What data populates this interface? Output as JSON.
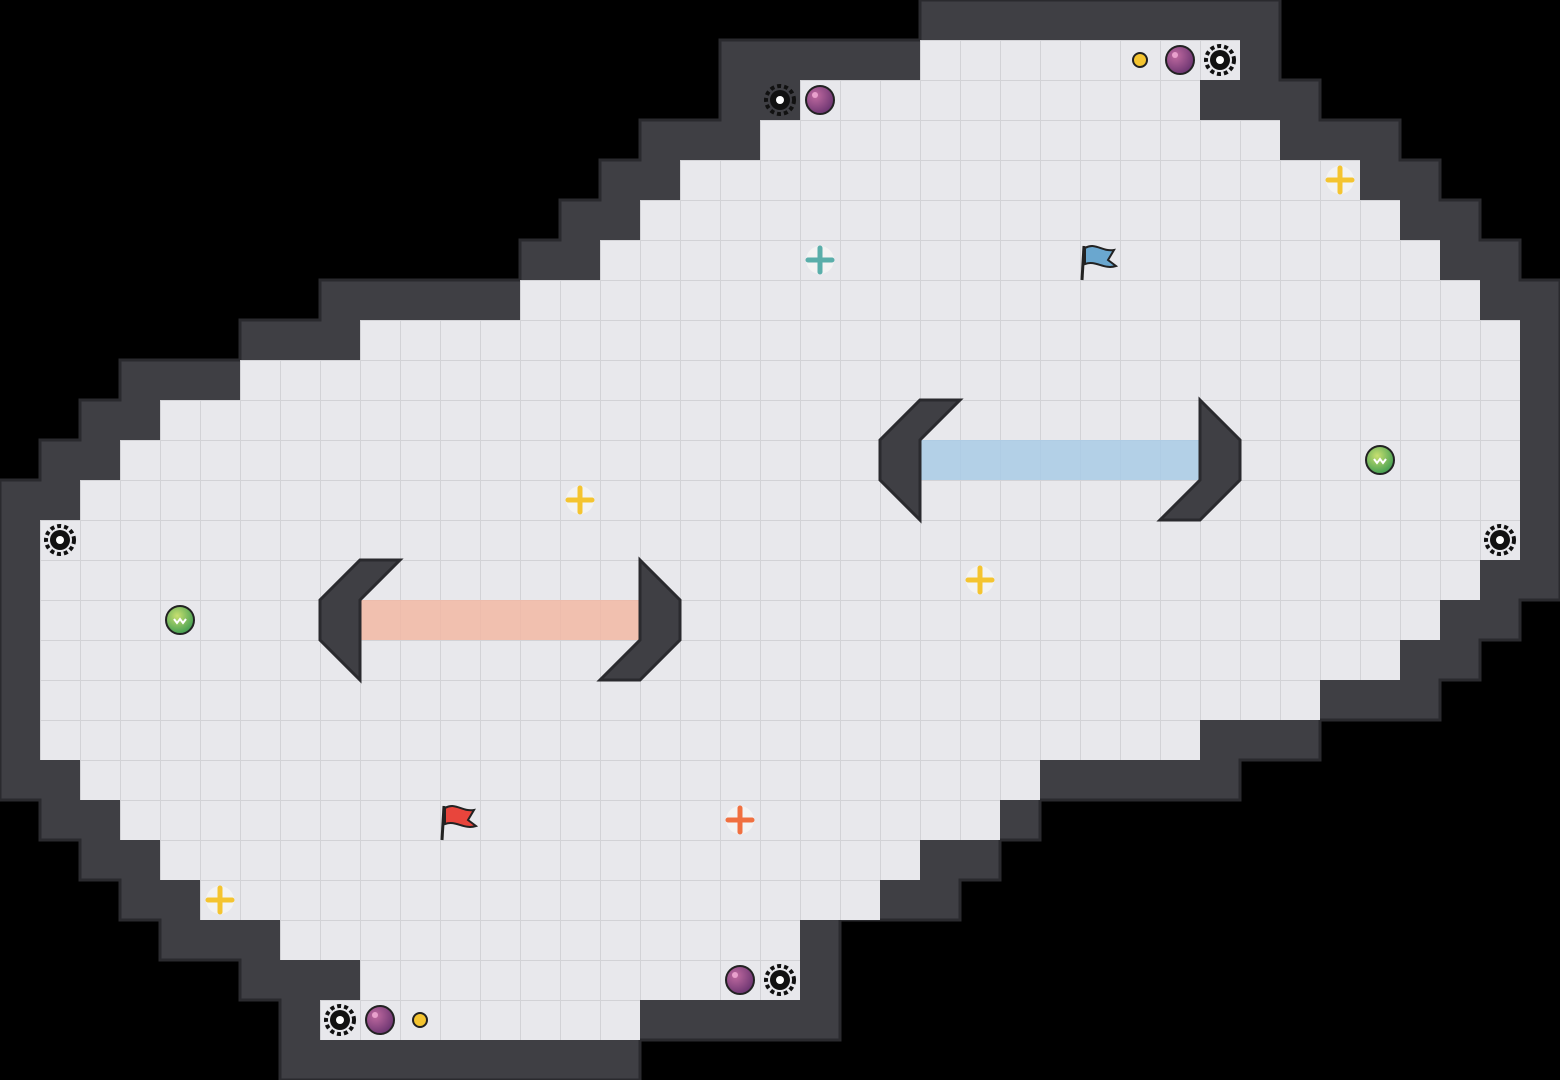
{
  "map": {
    "background_color": "#000000",
    "floor_color": "#e8e8ec",
    "wall_color": "#3f3f44",
    "wall_edge_color": "#2a2a2e",
    "grid_color": "#d2d2d6"
  },
  "flags": [
    {
      "team": "red",
      "color": "#e8453c",
      "icon": "flag-icon"
    },
    {
      "team": "blue",
      "color": "#6aa7cf",
      "icon": "flag-icon"
    }
  ],
  "team_zones": [
    {
      "team": "red",
      "color": "#f2b8a4"
    },
    {
      "team": "blue",
      "color": "#a9cbe6"
    }
  ],
  "pickups": {
    "neutral_boost_color": "#f4c430",
    "red_boost_color": "#f07040",
    "blue_boost_color": "#5aaeaa",
    "powerup_color": "#5bb85b",
    "bomb_color": "#8a4a8a",
    "spike_color": "#111111",
    "coin_color": "#f4c430"
  }
}
